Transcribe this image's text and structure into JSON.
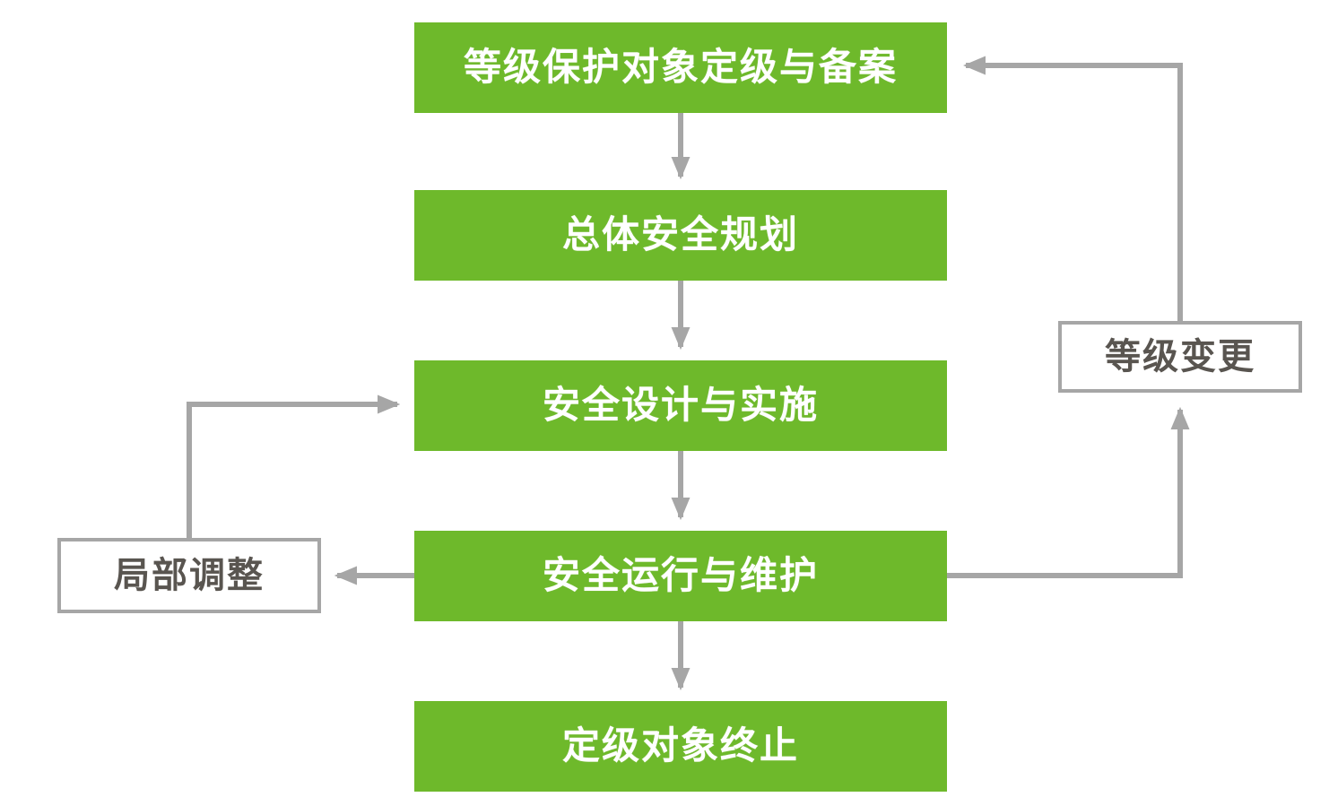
{
  "diagram": {
    "title_text": "",
    "colors": {
      "process_fill": "#6EB92B",
      "process_text": "#FFFFFF",
      "side_box_border": "#A6A6A6",
      "side_box_fill": "#FFFFFF",
      "side_box_text": "#595550",
      "connector": "#A6A6A6",
      "background": "#FFFFFF"
    },
    "nodes": [
      {
        "id": "grading",
        "label": "等级保护对象定级与备案",
        "style": "process"
      },
      {
        "id": "planning",
        "label": "总体安全规划",
        "style": "process"
      },
      {
        "id": "design",
        "label": "安全设计与实施",
        "style": "process"
      },
      {
        "id": "operation",
        "label": "安全运行与维护",
        "style": "process"
      },
      {
        "id": "terminate",
        "label": "定级对象终止",
        "style": "process"
      },
      {
        "id": "level-change",
        "label": "等级变更",
        "style": "plain"
      },
      {
        "id": "local-adjust",
        "label": "局部调整",
        "style": "plain"
      }
    ],
    "edges": [
      {
        "from": "grading",
        "to": "planning",
        "label": ""
      },
      {
        "from": "planning",
        "to": "design",
        "label": ""
      },
      {
        "from": "design",
        "to": "operation",
        "label": ""
      },
      {
        "from": "operation",
        "to": "terminate",
        "label": ""
      },
      {
        "from": "operation",
        "to": "local-adjust",
        "label": ""
      },
      {
        "from": "local-adjust",
        "to": "design",
        "label": ""
      },
      {
        "from": "operation",
        "to": "level-change",
        "label": ""
      },
      {
        "from": "level-change",
        "to": "grading",
        "label": ""
      }
    ]
  }
}
